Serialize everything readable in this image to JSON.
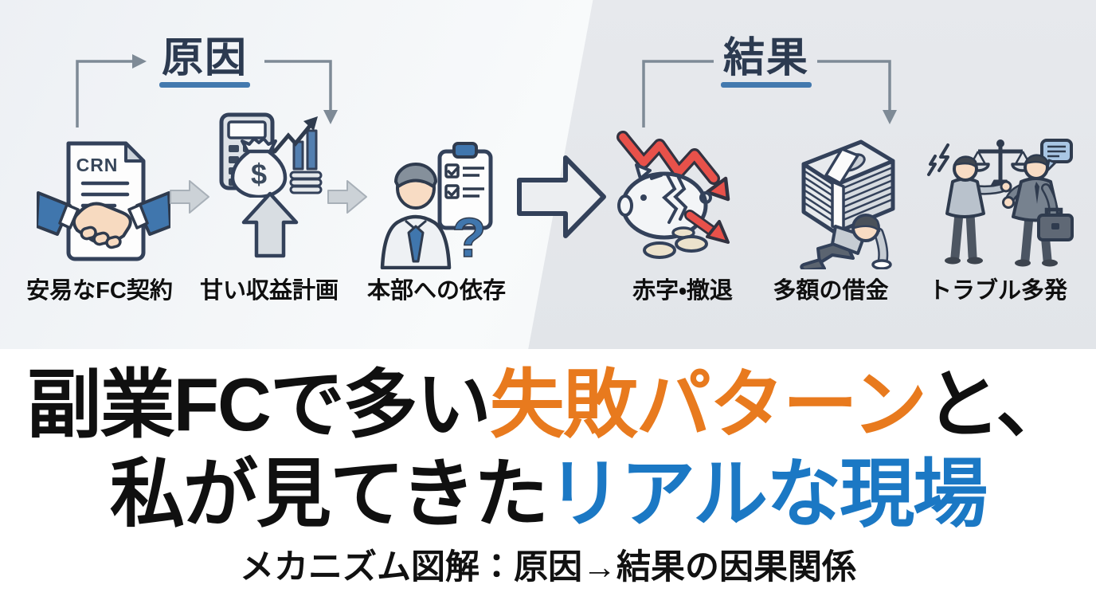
{
  "colors": {
    "heading_text": "#2c3a50",
    "heading_underline": "#4379ae",
    "accent_orange": "#e87a1e",
    "accent_blue": "#1b78c4",
    "failure_red": "#e8514a",
    "icon_outline": "#33415a",
    "icon_blue": "#4379ae",
    "left_panel_bg": "#f4f6f9",
    "right_panel_bg": "#e4e6ea"
  },
  "diagram": {
    "cause": {
      "heading": "原因",
      "document_text": "CRN",
      "money_bag_symbol": "$",
      "question_mark": "?",
      "items": [
        {
          "icon": "contract-handshake-icon",
          "label": "安易なFC契約"
        },
        {
          "icon": "calculator-money-chart-icon",
          "label": "甘い収益計画"
        },
        {
          "icon": "person-checklist-question-icon",
          "label": "本部への依存"
        }
      ]
    },
    "effect": {
      "heading": "結果",
      "items": [
        {
          "icon": "broken-piggy-bank-icon",
          "label": "赤字・撤退"
        },
        {
          "icon": "money-stack-burden-icon",
          "label": "多額の借金"
        },
        {
          "icon": "dispute-people-scale-icon",
          "label": "トラブル多発"
        }
      ]
    }
  },
  "headline": {
    "line1": {
      "pre": "副業FCで多い",
      "highlight": "失敗パターン",
      "post": "と、"
    },
    "line2": {
      "pre": "私が見てきた",
      "highlight": "リアルな現場"
    },
    "subtitle": "メカニズム図解：原因→結果の因果関係"
  }
}
